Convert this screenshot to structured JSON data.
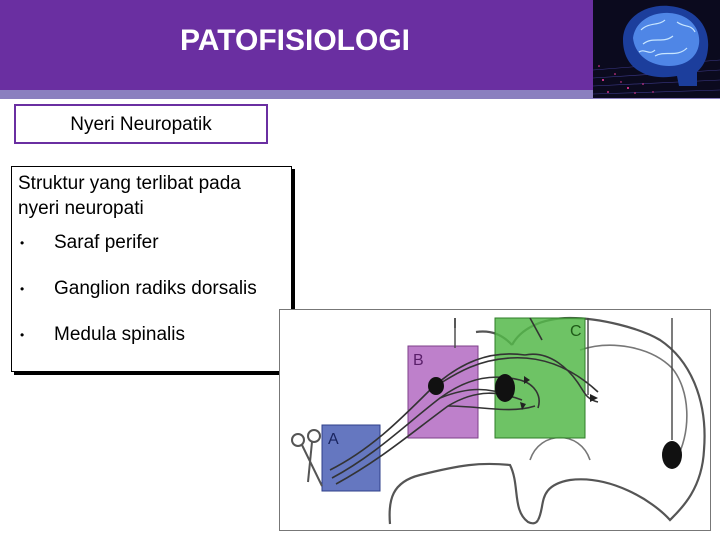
{
  "header": {
    "title": "PATOFISIOLOGI"
  },
  "subtitle": "Nyeri Neuropatik",
  "content": {
    "heading_line1": "Struktur yang terlibat pada",
    "heading_line2": "nyeri neuropati",
    "items": [
      "Saraf perifer",
      "Ganglion radiks dorsalis",
      "Medula spinalis"
    ]
  },
  "diagram": {
    "labels": {
      "a": "A",
      "b": "B",
      "c": "C"
    },
    "colors": {
      "a": "#4a5fb5",
      "b": "#b36ac2",
      "c": "#55b84a"
    }
  },
  "colors": {
    "header": "#6a2fa1",
    "strip": "#8a7fbf"
  }
}
